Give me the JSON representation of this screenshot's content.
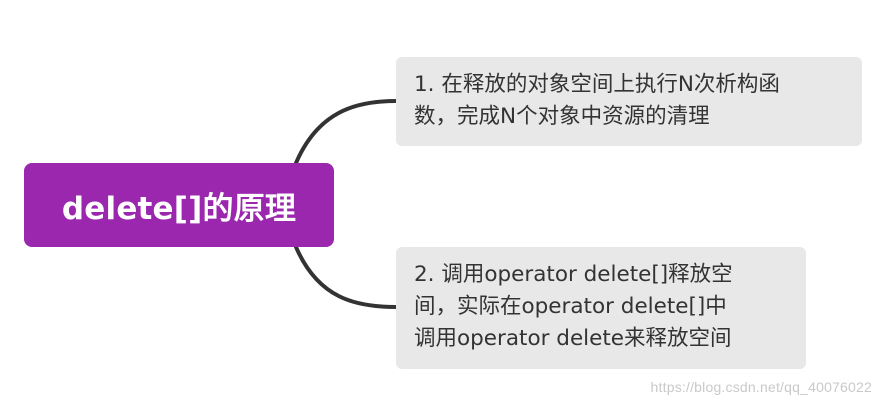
{
  "diagram": {
    "root": {
      "label": "delete[]的原理",
      "fill_color": "#9b27af",
      "text_color": "#ffffff"
    },
    "children": [
      {
        "lines": [
          "1. 在释放的对象空间上执行N次析构函",
          "数，完成N个对象中资源的清理"
        ],
        "fill_color": "#e8e8e8"
      },
      {
        "lines": [
          "2. 调用operator delete[]释放空",
          "间，实际在operator delete[]中",
          "调用operator delete来释放空间"
        ],
        "fill_color": "#e8e8e8"
      }
    ],
    "connector_color": "#333333"
  },
  "watermark": "https://blog.csdn.net/qq_40076022"
}
